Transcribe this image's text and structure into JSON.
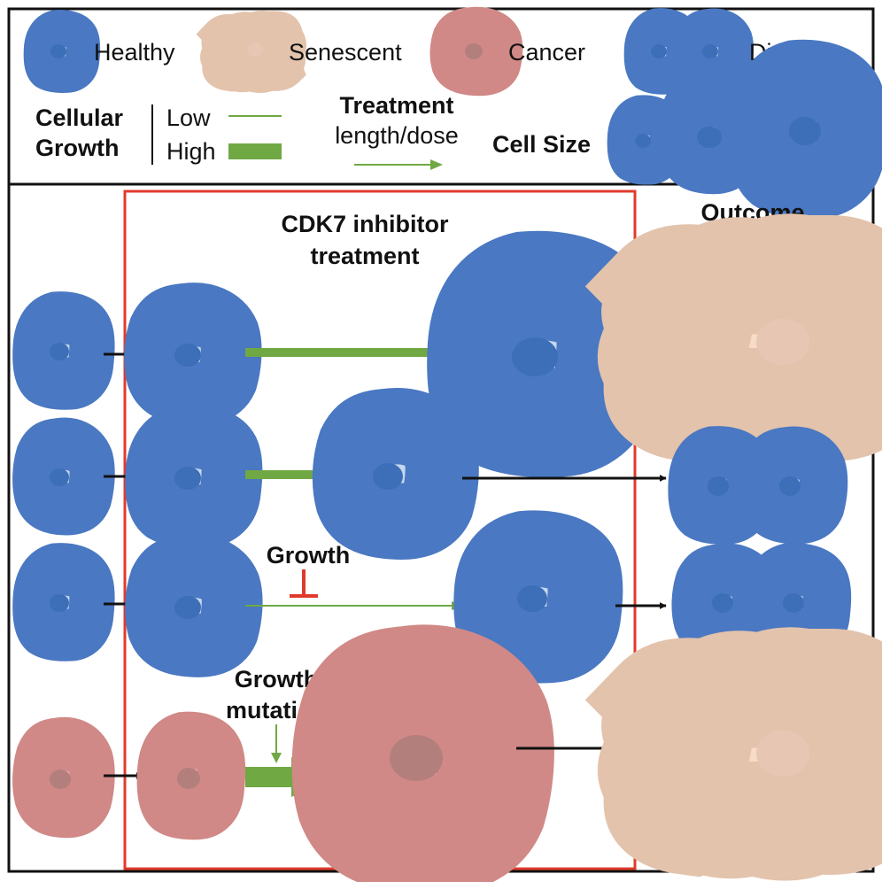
{
  "legend": {
    "healthy": "Healthy",
    "senescent": "Senescent",
    "cancer": "Cancer",
    "dividing": "Dividing",
    "cellular_growth_line1": "Cellular",
    "cellular_growth_line2": "Growth",
    "low": "Low",
    "high": "High",
    "treatment_line1": "Treatment",
    "treatment_line2": "length/dose",
    "cell_size": "Cell Size"
  },
  "main": {
    "treatment_title_line1": "CDK7 inhibitor",
    "treatment_title_line2": "treatment",
    "outcome": "Outcome",
    "growth_label": "Growth",
    "mutation_line1": "Growth",
    "mutation_line2": "mutation"
  },
  "colors": {
    "healthy_fill": "#c5d8ee",
    "healthy_stroke": "#4a78c2",
    "healthy_nucleus": "#3d6fb8",
    "senescent_fill": "#f8dcc7",
    "senescent_stroke": "#e3c3ac",
    "senescent_nucleus": "#e7c7b4",
    "cancer_fill": "#edb0ac",
    "cancer_stroke": "#d08986",
    "cancer_nucleus": "#b37f7d",
    "growth_green": "#70a844",
    "inhibit_red": "#e03a2c",
    "treatment_box": "#e03a2c"
  }
}
